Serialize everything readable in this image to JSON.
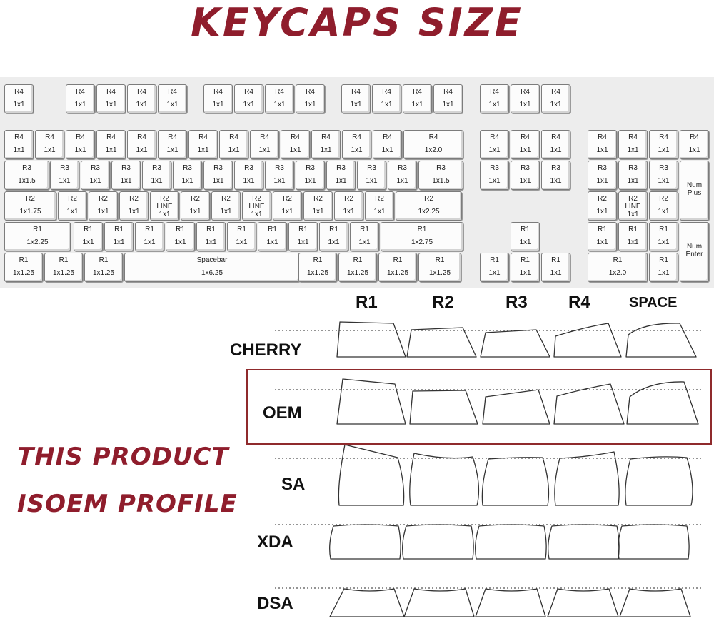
{
  "title": "KEYCAPS SIZE",
  "colors": {
    "accent": "#8f1d2c",
    "box": "#8f2a2c",
    "panel": "#ededed",
    "line": "#333333"
  },
  "keyboard": {
    "rows": [
      [
        [
          "R4",
          "1x1"
        ],
        [
          "R4",
          "1x1"
        ],
        [
          "R4",
          "1x1"
        ],
        [
          "R4",
          "1x1"
        ],
        [
          "R4",
          "1x1"
        ],
        [
          "R4",
          "1x1"
        ],
        [
          "R4",
          "1x1"
        ],
        [
          "R4",
          "1x1"
        ],
        [
          "R4",
          "1x1"
        ],
        [
          "R4",
          "1x1"
        ],
        [
          "R4",
          "1x1"
        ],
        [
          "R4",
          "1x1"
        ],
        [
          "R4",
          "1x1"
        ],
        [
          "R4",
          "1x1"
        ],
        [
          "R4",
          "1x1"
        ],
        [
          "R4",
          "1x1"
        ]
      ],
      [
        [
          "R4",
          "1x1"
        ],
        [
          "R4",
          "1x1"
        ],
        [
          "R4",
          "1x1"
        ],
        [
          "R4",
          "1x1"
        ],
        [
          "R4",
          "1x1"
        ],
        [
          "R4",
          "1x1"
        ],
        [
          "R4",
          "1x1"
        ],
        [
          "R4",
          "1x1"
        ],
        [
          "R4",
          "1x1"
        ],
        [
          "R4",
          "1x1"
        ],
        [
          "R4",
          "1x1"
        ],
        [
          "R4",
          "1x1"
        ],
        [
          "R4",
          "1x1"
        ],
        [
          "R4",
          "1x2.0"
        ],
        [
          "R4",
          "1x1"
        ],
        [
          "R4",
          "1x1"
        ],
        [
          "R4",
          "1x1"
        ],
        [
          "R4",
          "1x1"
        ],
        [
          "R4",
          "1x1"
        ],
        [
          "R4",
          "1x1"
        ],
        [
          "R4",
          "1x1"
        ]
      ],
      [
        [
          "R3",
          "1x1.5"
        ],
        [
          "R3",
          "1x1"
        ],
        [
          "R3",
          "1x1"
        ],
        [
          "R3",
          "1x1"
        ],
        [
          "R3",
          "1x1"
        ],
        [
          "R3",
          "1x1"
        ],
        [
          "R3",
          "1x1"
        ],
        [
          "R3",
          "1x1"
        ],
        [
          "R3",
          "1x1"
        ],
        [
          "R3",
          "1x1"
        ],
        [
          "R3",
          "1x1"
        ],
        [
          "R3",
          "1x1"
        ],
        [
          "R3",
          "1x1"
        ],
        [
          "R3",
          "1x1.5"
        ],
        [
          "R3",
          "1x1"
        ],
        [
          "R3",
          "1x1"
        ],
        [
          "R3",
          "1x1"
        ],
        [
          "R3",
          "1x1"
        ],
        [
          "R3",
          "1x1"
        ],
        [
          "R3",
          "1x1"
        ],
        [
          "Num",
          "Plus"
        ]
      ],
      [
        [
          "R2",
          "1x1.75"
        ],
        [
          "R2",
          "1x1"
        ],
        [
          "R2",
          "1x1"
        ],
        [
          "R2",
          "1x1"
        ],
        [
          "R2",
          "LINE",
          "1x1"
        ],
        [
          "R2",
          "1x1"
        ],
        [
          "R2",
          "1x1"
        ],
        [
          "R2",
          "LINE",
          "1x1"
        ],
        [
          "R2",
          "1x1"
        ],
        [
          "R2",
          "1x1"
        ],
        [
          "R2",
          "1x1"
        ],
        [
          "R2",
          "1x1"
        ],
        [
          "R2",
          "1x2.25"
        ],
        [
          "R2",
          "1x1"
        ],
        [
          "R2",
          "LINE",
          "1x1"
        ],
        [
          "R2",
          "1x1"
        ]
      ],
      [
        [
          "R1",
          "1x2.25"
        ],
        [
          "R1",
          "1x1"
        ],
        [
          "R1",
          "1x1"
        ],
        [
          "R1",
          "1x1"
        ],
        [
          "R1",
          "1x1"
        ],
        [
          "R1",
          "1x1"
        ],
        [
          "R1",
          "1x1"
        ],
        [
          "R1",
          "1x1"
        ],
        [
          "R1",
          "1x1"
        ],
        [
          "R1",
          "1x1"
        ],
        [
          "R1",
          "1x1"
        ],
        [
          "R1",
          "1x2.75"
        ],
        [
          "R1",
          "1x1"
        ],
        [
          "R1",
          "1x1"
        ],
        [
          "R1",
          "1x1"
        ],
        [
          "R1",
          "1x1"
        ],
        [
          "Num",
          "Enter"
        ]
      ],
      [
        [
          "R1",
          "1x1.25"
        ],
        [
          "R1",
          "1x1.25"
        ],
        [
          "R1",
          "1x1.25"
        ],
        [
          "Spacebar",
          "1x6.25"
        ],
        [
          "R1",
          "1x1.25"
        ],
        [
          "R1",
          "1x1.25"
        ],
        [
          "R1",
          "1x1.25"
        ],
        [
          "R1",
          "1x1.25"
        ],
        [
          "R1",
          "1x1"
        ],
        [
          "R1",
          "1x1"
        ],
        [
          "R1",
          "1x1"
        ],
        [
          "R1",
          "1x2.0"
        ],
        [
          "R1",
          "1x1"
        ]
      ]
    ]
  },
  "profile_chart": {
    "columns": [
      "R1",
      "R2",
      "R3",
      "R4",
      "SPACE"
    ],
    "profiles": [
      "CHERRY",
      "OEM",
      "SA",
      "XDA",
      "DSA"
    ],
    "highlighted": "OEM"
  },
  "note": {
    "line1": "THIS PRODUCT",
    "line2": "ISOEM PROFILE"
  }
}
